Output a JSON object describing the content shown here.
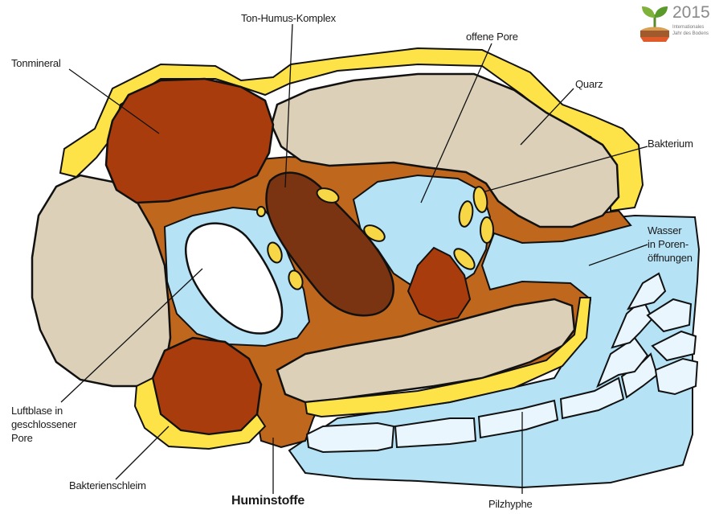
{
  "labels": {
    "ton_humus_komplex": "Ton-Humus-Komplex",
    "tonmineral": "Tonmineral",
    "offene_pore": "offene Pore",
    "quarz": "Quarz",
    "bakterium": "Bakterium",
    "wasser": [
      "Wasser",
      "in Poren-",
      "öffnungen"
    ],
    "luftblase": [
      "Luftblase in",
      "geschlossener",
      "Pore"
    ],
    "bakterienschleim": "Bakterienschleim",
    "huminstoffe": "Huminstoffe",
    "pilzhyphe": "Pilzhyphe"
  },
  "logo": {
    "year": "2015",
    "line1": "Internationales",
    "line2": "Jahr des Bodens"
  },
  "colors": {
    "quartz": "#dcd0b8",
    "clay_mineral": "#a93c0c",
    "humus_matrix": "#c0671e",
    "clay_humus_complex": "#7b3412",
    "water": "#b5e2f5",
    "slime": "#fde347",
    "bacteria": "#f7d745",
    "hypha": "#eaf6fd",
    "outline": "#111111"
  }
}
